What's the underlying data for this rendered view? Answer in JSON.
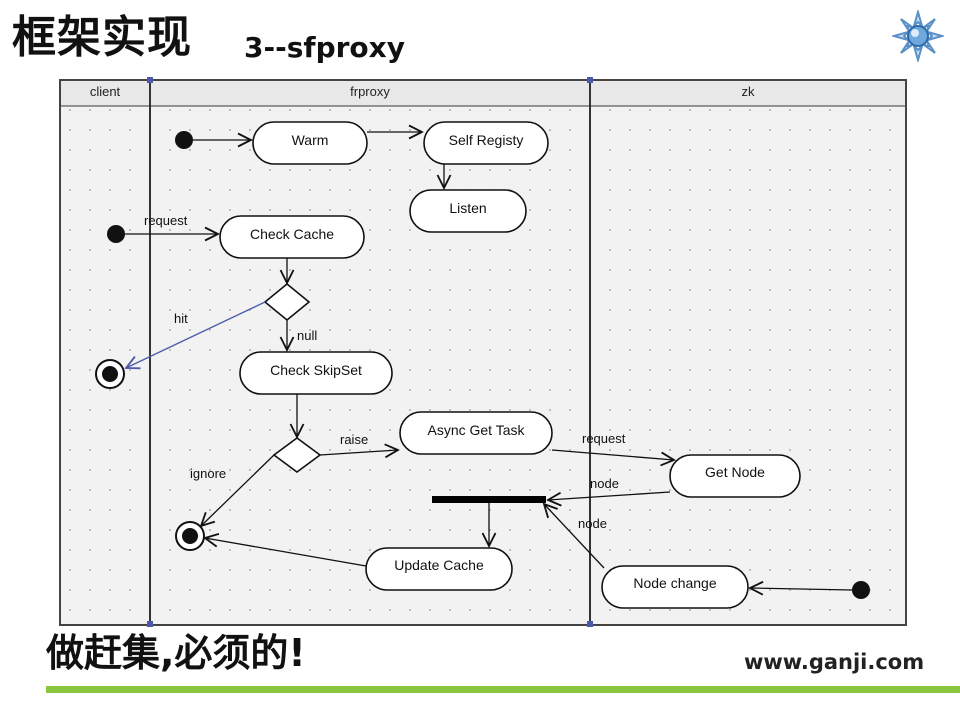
{
  "header": {
    "title_cn": "框架实现",
    "title_en": "3--sfproxy"
  },
  "lanes": {
    "client": "client",
    "frproxy": "frproxy",
    "zk": "zk"
  },
  "nodes": {
    "warm": "Warm",
    "self_registy": "Self Registy",
    "listen": "Listen",
    "check_cache": "Check Cache",
    "check_skipset": "Check SkipSet",
    "async_get_task": "Async Get Task",
    "get_node": "Get Node",
    "update_cache": "Update Cache",
    "node_change": "Node change"
  },
  "edge_labels": {
    "request_client": "request",
    "hit": "hit",
    "null": "null",
    "raise": "raise",
    "ignore": "ignore",
    "request_zk": "request",
    "node_1": "node",
    "node_2": "node"
  },
  "footer": {
    "slogan": "做赶集,必须的!",
    "website": "www.ganji.com"
  },
  "colors": {
    "green_bar": "#8cc63f",
    "hit_arrow": "#4a5aa8",
    "lane_divider": "#4a5aa8"
  }
}
